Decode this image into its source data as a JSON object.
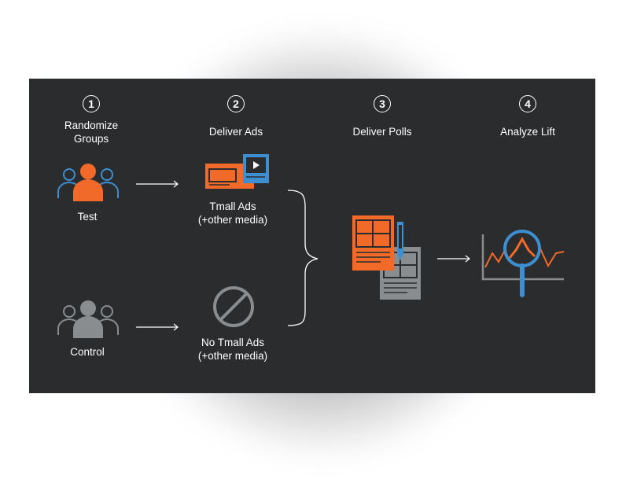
{
  "steps": [
    {
      "number": "1",
      "label": "Randomize\nGroups"
    },
    {
      "number": "2",
      "label": "Deliver Ads"
    },
    {
      "number": "3",
      "label": "Deliver Polls"
    },
    {
      "number": "4",
      "label": "Analyze Lift"
    }
  ],
  "groups": {
    "test": "Test",
    "control": "Control"
  },
  "media": {
    "test": "Tmall Ads\n(+other media)",
    "control": "No Tmall Ads\n(+other media)"
  },
  "colors": {
    "panel": "#2a2c2e",
    "orange": "#f26a2a",
    "blue": "#3d8fd1",
    "gray": "#8a8d90"
  },
  "icons": {
    "test_group": "people-group-icon",
    "control_group": "people-group-icon",
    "ads": "ad-screens-icon",
    "no_ads": "prohibited-icon",
    "polls": "poll-forms-icon",
    "lift": "chart-magnifier-icon"
  }
}
